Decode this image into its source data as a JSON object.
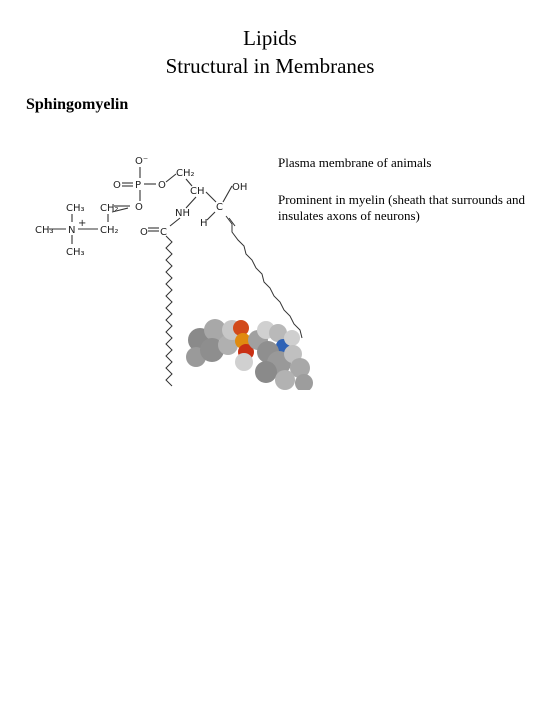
{
  "document": {
    "title_line1": "Lipids",
    "title_line2": "Structural in Membranes",
    "subtitle": "Sphingomyelin",
    "note1": "Plasma membrane of animals",
    "note2": "Prominent in myelin (sheath that surrounds and insulates axons of neurons)"
  },
  "structure_labels": {
    "o_minus": "O⁻",
    "o_double_left": "O",
    "p": "P",
    "o_bridge1": "O",
    "o_bridge2": "O",
    "ch2_top": "CH₂",
    "ch": "CH",
    "oh": "OH",
    "c_hydroxyl": "C",
    "h": "H",
    "nh": "NH",
    "ch3_top": "CH₃",
    "ch2_mid": "CH₂",
    "ch3_left": "CH₃",
    "n_plus": "N",
    "plus": "+",
    "ch2_right": "CH₂",
    "ch3_bottom": "CH₃",
    "amide_o": "O",
    "amide_c": "C"
  }
}
